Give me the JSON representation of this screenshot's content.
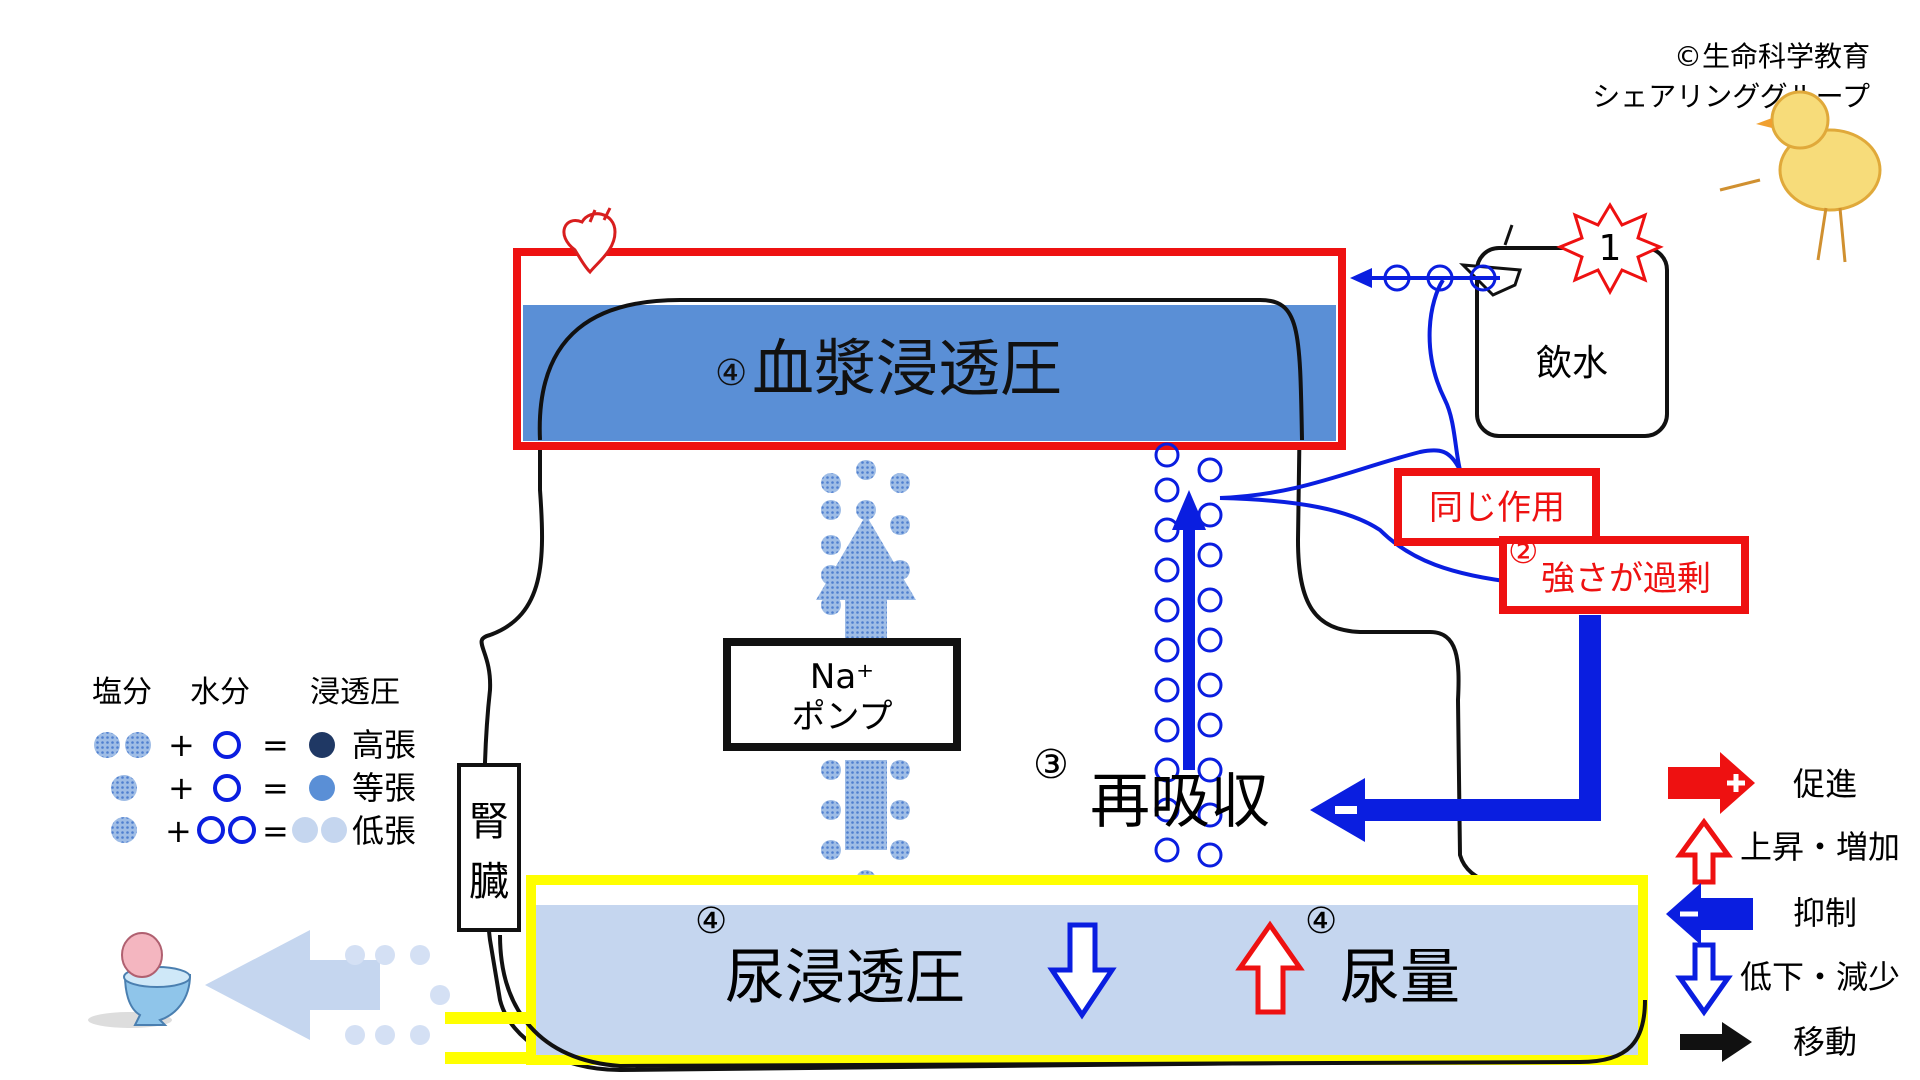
{
  "credit": {
    "line1": "©生命科学教育",
    "line2": "シェアリンググループ"
  },
  "plasma": {
    "num": "④",
    "label": "血漿浸透圧"
  },
  "drinking": {
    "label": "飲水",
    "badge": "1"
  },
  "same_action": {
    "label": "同じ作用"
  },
  "excess": {
    "num": "②",
    "label": "強さが過剰"
  },
  "pump": {
    "line1": "Na⁺",
    "line2": "ポンプ"
  },
  "reabsorb": {
    "num": "③",
    "label": "再吸収"
  },
  "kidney": {
    "line1": "腎",
    "line2": "臓"
  },
  "urine_osm": {
    "num": "④",
    "label": "尿浸透圧"
  },
  "urine_vol": {
    "num": "④",
    "label": "尿量"
  },
  "legend_left": {
    "h_salt": "塩分",
    "h_water": "水分",
    "h_osm": "浸透圧",
    "rows": [
      {
        "plus": "+",
        "eq": "=",
        "label": "高張"
      },
      {
        "plus": "+",
        "eq": "=",
        "label": "等張"
      },
      {
        "plus": "+",
        "eq": "=",
        "label": "低張"
      }
    ]
  },
  "legend_right": {
    "promote": "促進",
    "rise": "上昇・増加",
    "suppress": "抑制",
    "decline": "低下・減少",
    "move": "移動"
  },
  "colors": {
    "red": "#ee1111",
    "blue": "#0a1ee0",
    "plasma_blue": "#5a8fd6",
    "urine_blue": "#c5d6ef",
    "yellow": "#ffff00",
    "dark_navy": "#1f3864"
  }
}
